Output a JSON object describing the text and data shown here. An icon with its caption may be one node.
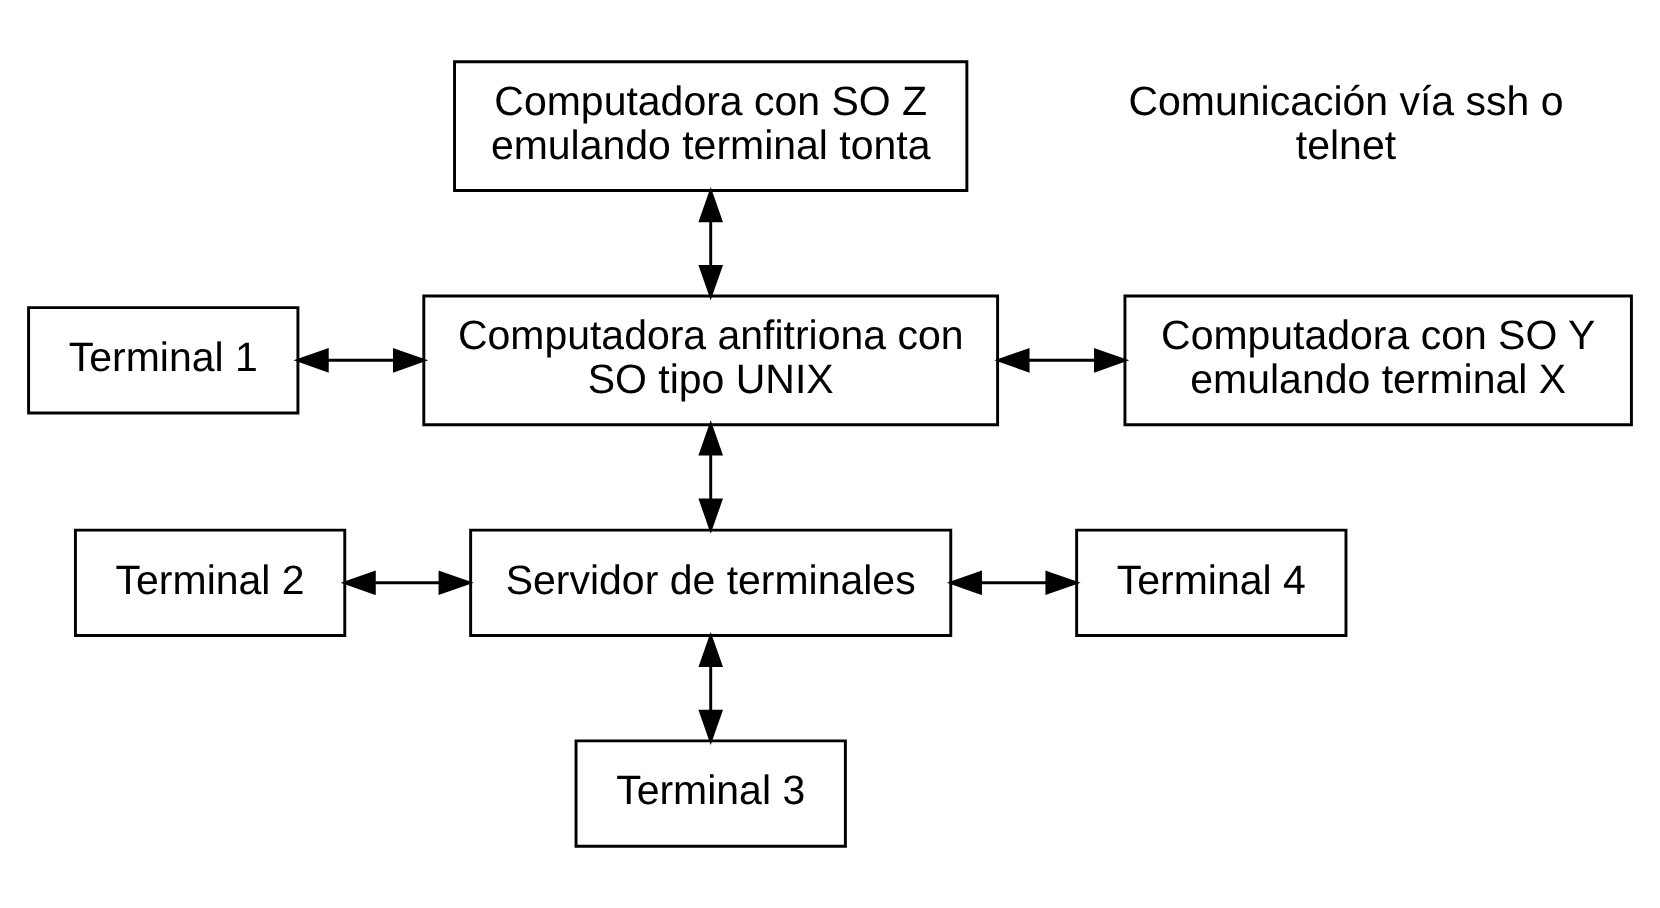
{
  "diagram": {
    "nodes": [
      {
        "text": [
          "Computadora con SO Z emulando terminal tonta"
        ]
      },
      {
        "text": [
          "Terminal 1"
        ]
      },
      {
        "text": [
          "Computadora anfitriona con SO tipo UNIX"
        ]
      },
      {
        "text": [
          "Computadora con SO Y emulando terminal X"
        ]
      },
      {
        "text": [
          "Terminal 2"
        ]
      },
      {
        "text": [
          "Servidor de terminales"
        ]
      },
      {
        "text": [
          "Terminal 4"
        ]
      },
      {
        "text": [
          "Terminal 3"
        ]
      }
    ],
    "edges": [
      {
        "from": 0,
        "to": 2,
        "arrow": "both"
      },
      {
        "from": 1,
        "to": 2,
        "arrow": "both"
      },
      {
        "from": 2,
        "to": 3,
        "arrow": "both"
      },
      {
        "from": 2,
        "to": 5,
        "arrow": "both"
      },
      {
        "from": 4,
        "to": 5,
        "arrow": "both"
      },
      {
        "from": 5,
        "to": 6,
        "arrow": "both"
      },
      {
        "from": 5,
        "to": 7,
        "arrow": "both"
      }
    ],
    "labels": [
      "Comunicación vía ssh o telnet"
    ]
  }
}
